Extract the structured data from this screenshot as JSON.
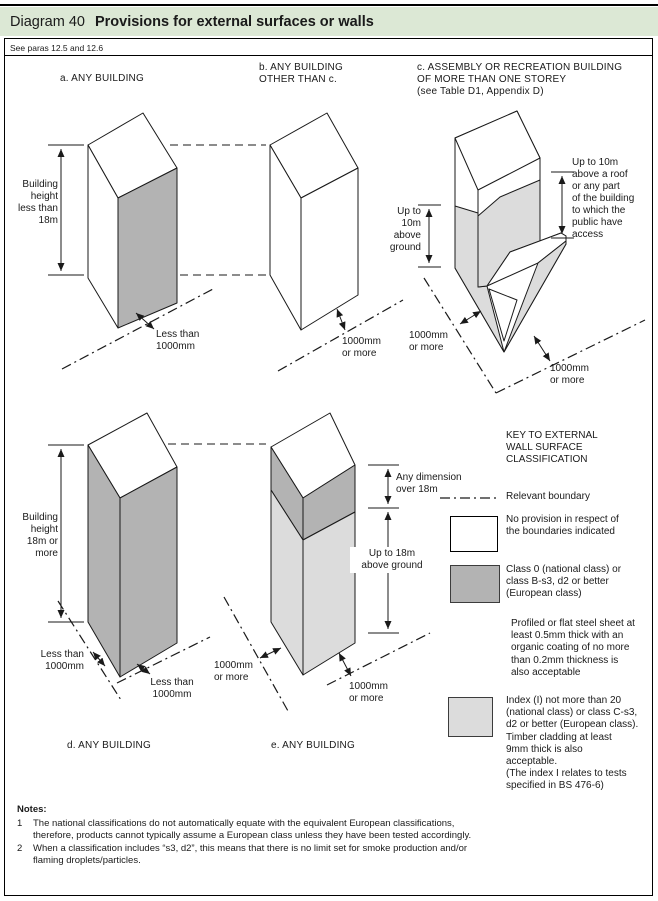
{
  "header": {
    "prefix": "Diagram 40",
    "title": "Provisions for external surfaces or walls"
  },
  "reference": "See paras 12.5 and 12.6",
  "colors": {
    "header_bg": "#dce8d5",
    "class0_gray": "#b3b3b3",
    "index_gray": "#dcdcdc",
    "line": "#1a1a1a"
  },
  "buildings": {
    "a": {
      "caption": "a. ANY BUILDING",
      "height_label": "Building\nheight\nless than\n18m",
      "distance_label": "Less than\n1000mm"
    },
    "b": {
      "caption": "b. ANY BUILDING\nOTHER THAN c.",
      "distance_label": "1000mm\nor more"
    },
    "c": {
      "caption": "c. ASSEMBLY OR RECREATION BUILDING\nOF MORE THAN ONE STOREY\n(see Table D1, Appendix D)",
      "left_height_label": "Up to\n10m\nabove\nground",
      "right_height_label": "Up to 10m\nabove a roof\nor any part\nof the building\nto which the\npublic have\naccess",
      "distance_label_left": "1000mm\nor more",
      "distance_label_right": "1000mm\nor more"
    },
    "d": {
      "caption": "d. ANY BUILDING",
      "height_label": "Building\nheight\n18m or\nmore",
      "distance_label_left": "Less than\n1000mm",
      "distance_label_right": "Less than\n1000mm"
    },
    "e": {
      "caption": "e. ANY BUILDING",
      "top_band_label": "Any dimension\nover 18m",
      "mid_label": "Up to 18m\nabove ground",
      "distance_label_left": "1000mm\nor more",
      "distance_label_right": "1000mm\nor more"
    }
  },
  "key": {
    "title": "KEY TO EXTERNAL\nWALL SURFACE\nCLASSIFICATION",
    "boundary_label": "Relevant boundary",
    "items": [
      {
        "swatch": "white",
        "label": "No provision in respect of\nthe boundaries indicated"
      },
      {
        "swatch": "dark",
        "label": "Class 0 (national class) or\nclass B-s3, d2 or better\n(European class)"
      },
      {
        "swatch": "none",
        "label": "Profiled or flat steel sheet at\nleast 0.5mm thick with an\norganic coating of no more\nthan 0.2mm thickness is\nalso acceptable"
      },
      {
        "swatch": "light",
        "label": "Index (I) not more than 20\n(national class) or class C-s3,\nd2 or better (European class).\nTimber cladding at least\n9mm thick is also\nacceptable.\n(The index I relates to tests\nspecified in BS 476-6)"
      }
    ]
  },
  "notes": {
    "title": "Notes:",
    "items": [
      {
        "num": "1",
        "text": "The national classifications do not automatically equate with the equivalent European classifications,\ntherefore, products cannot typically assume a European class unless they have been tested accordingly."
      },
      {
        "num": "2",
        "text": "When a classification includes “s3, d2”, this means that there is no limit set for smoke production and/or\nflaming droplets/particles."
      }
    ]
  }
}
